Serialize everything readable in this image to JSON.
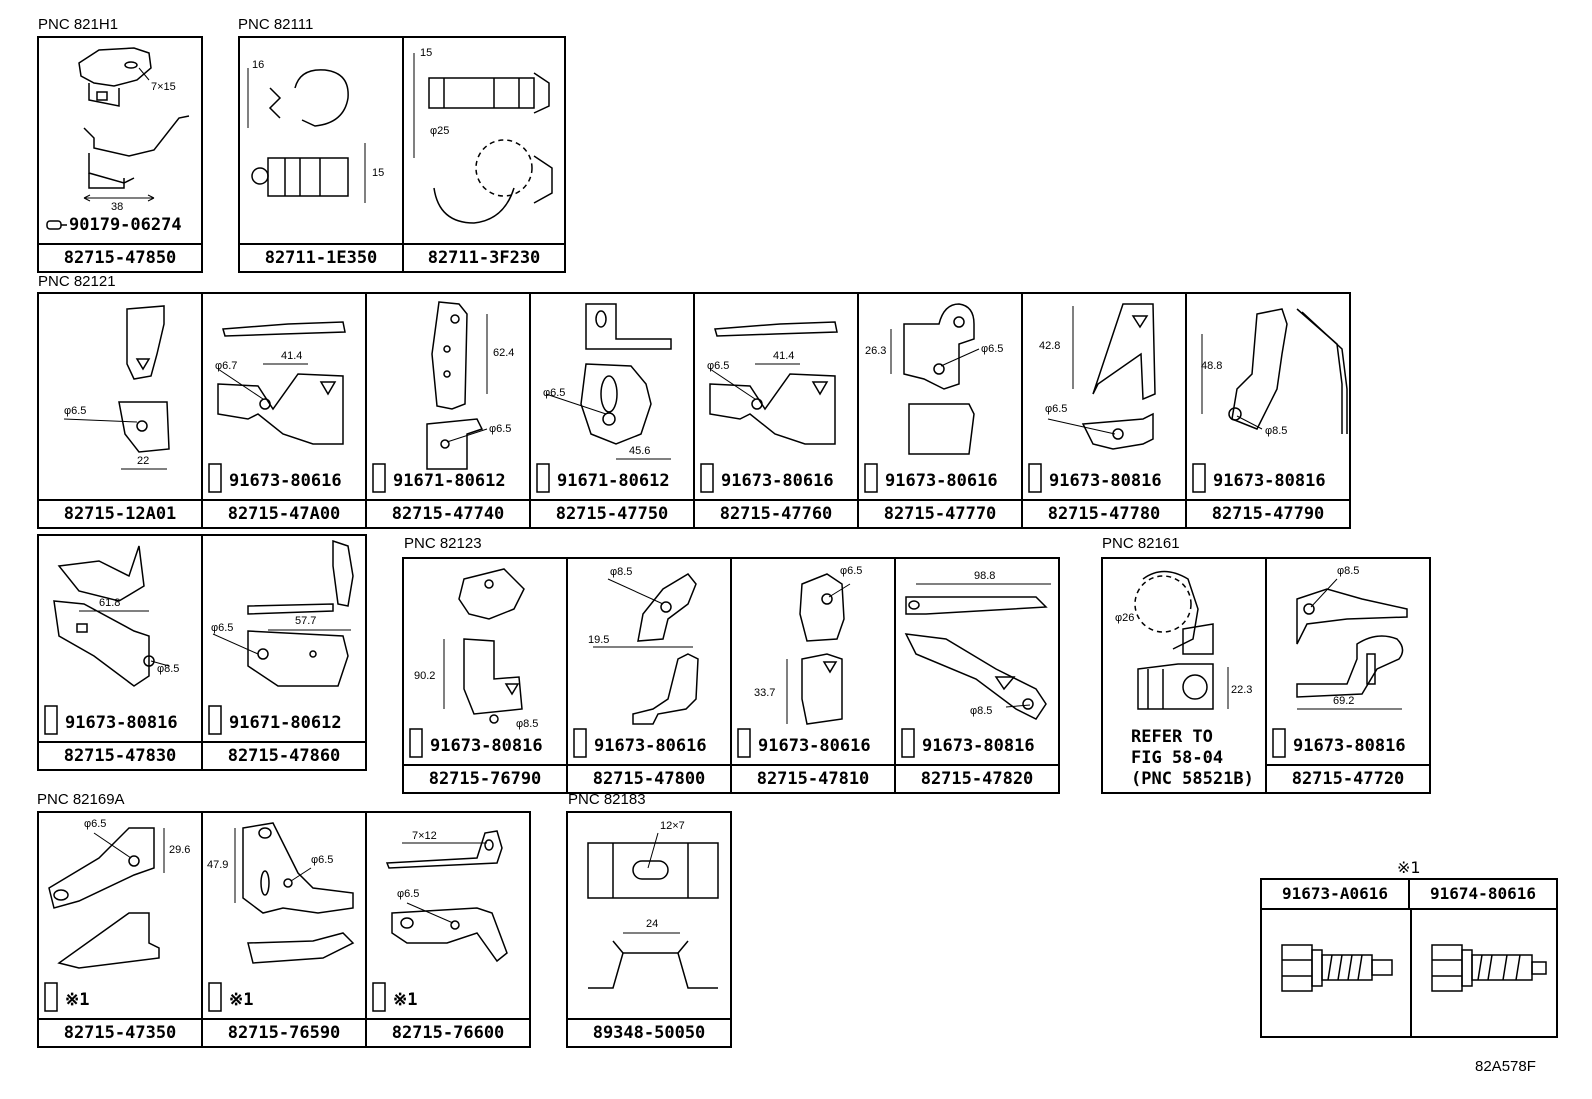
{
  "groups": {
    "g1": "PNC 821H1",
    "g2": "PNC 82111",
    "g3": "PNC 82121",
    "g4": "PNC 82123",
    "g5": "PNC 82161",
    "g6": "PNC 82169A",
    "g7": "PNC 82183"
  },
  "cells": {
    "c1": {
      "pn": "82715-47850",
      "bolt": "90179-06274",
      "d1": "7×15",
      "d2": "38"
    },
    "c2": {
      "pn": "82711-1E350",
      "d1": "16",
      "d2": "15"
    },
    "c3": {
      "pn": "82711-3F230",
      "d1": "15",
      "d2": "φ25"
    },
    "c4": {
      "pn": "82715-12A01",
      "d1": "φ6.5",
      "d2": "22"
    },
    "c5": {
      "pn": "82715-47A00",
      "bolt": "91673-80616",
      "d1": "φ6.7",
      "d2": "41.4"
    },
    "c6": {
      "pn": "82715-47740",
      "bolt": "91671-80612",
      "d1": "62.4",
      "d2": "φ6.5"
    },
    "c7": {
      "pn": "82715-47750",
      "bolt": "91671-80612",
      "d1": "φ6.5",
      "d2": "45.6"
    },
    "c8": {
      "pn": "82715-47760",
      "bolt": "91673-80616",
      "d1": "φ6.5",
      "d2": "41.4"
    },
    "c9": {
      "pn": "82715-47770",
      "bolt": "91673-80616",
      "d1": "26.3",
      "d2": "φ6.5"
    },
    "c10": {
      "pn": "82715-47780",
      "bolt": "91673-80816",
      "d1": "42.8",
      "d2": "φ6.5"
    },
    "c11": {
      "pn": "82715-47790",
      "bolt": "91673-80816",
      "d1": "48.8",
      "d2": "φ8.5"
    },
    "c12": {
      "pn": "82715-47830",
      "bolt": "91673-80816",
      "d1": "61.8",
      "d2": "φ8.5"
    },
    "c13": {
      "pn": "82715-47860",
      "bolt": "91671-80612",
      "d1": "φ6.5",
      "d2": "57.7"
    },
    "c14": {
      "pn": "82715-76790",
      "bolt": "91673-80816",
      "d1": "90.2",
      "d2": "φ8.5"
    },
    "c15": {
      "pn": "82715-47800",
      "bolt": "91673-80616",
      "d1": "φ8.5",
      "d2": "19.5"
    },
    "c16": {
      "pn": "82715-47810",
      "bolt": "91673-80616",
      "d1": "φ6.5",
      "d2": "33.7"
    },
    "c17": {
      "pn": "82715-47820",
      "bolt": "91673-80816",
      "d1": "98.8",
      "d2": "φ8.5"
    },
    "c18": {
      "refer": "REFER TO\nFIG 58-04\n(PNC 58521B)",
      "d1": "φ26",
      "d2": "22.3"
    },
    "c19": {
      "pn": "82715-47720",
      "bolt": "91673-80816",
      "d1": "φ8.5",
      "d2": "69.2"
    },
    "c20": {
      "pn": "82715-47350",
      "bolt": "※1",
      "d1": "φ6.5",
      "d2": "29.6"
    },
    "c21": {
      "pn": "82715-76590",
      "bolt": "※1",
      "d1": "47.9",
      "d2": "φ6.5"
    },
    "c22": {
      "pn": "82715-76600",
      "bolt": "※1",
      "d1": "7×12",
      "d2": "φ6.5"
    },
    "c23": {
      "pn": "89348-50050",
      "d1": "12×7",
      "d2": "24"
    }
  },
  "legend": {
    "mark": "※1",
    "left": "91673-A0616",
    "right": "91674-80616"
  },
  "diagram_code": "82A578F"
}
